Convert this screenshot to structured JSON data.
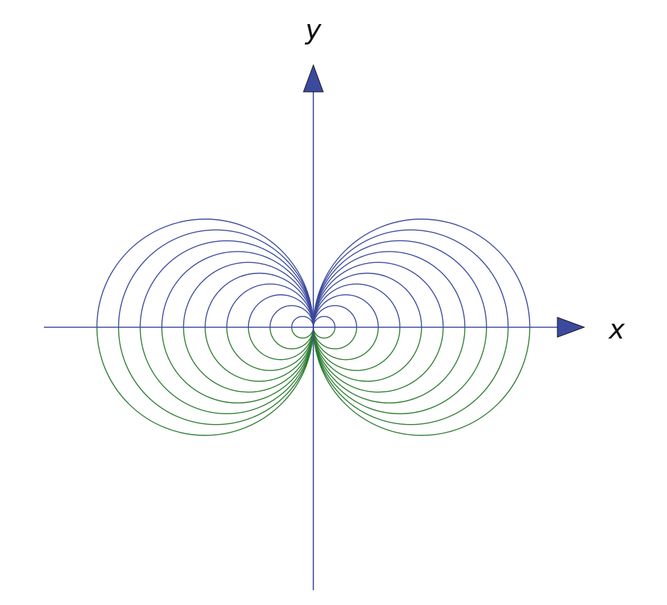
{
  "axes": {
    "x_label": "x",
    "y_label": "y",
    "color": "#3b4a9c"
  },
  "circle_families": {
    "radii": [
      1,
      2,
      3,
      4,
      5,
      6,
      7,
      8,
      9,
      10
    ],
    "upper_color": "#3b4a9c",
    "lower_color": "#2e7d32"
  }
}
